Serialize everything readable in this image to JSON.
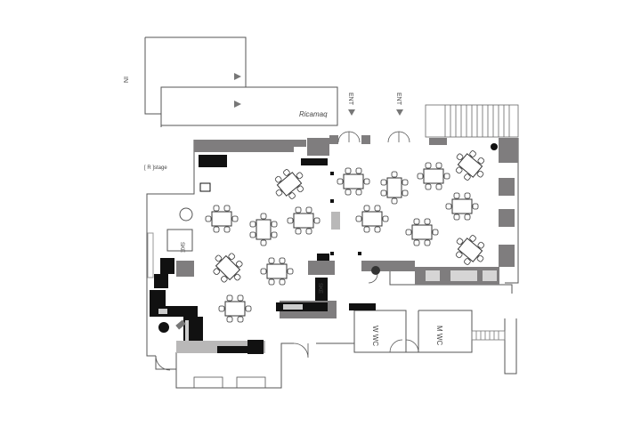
{
  "labels": {
    "in": "IN",
    "ent_left": "ENT",
    "ent_right": "ENT",
    "stage": "[ R ]stage",
    "signature": "Ricamaq",
    "wc_women": "W WC",
    "wc_men": "M WC",
    "box1": "SKE",
    "box2": "SKE",
    "box3": "SKE"
  },
  "colors": {
    "wall": "#7f7d7e",
    "fixture": "#b9b8b8",
    "black": "#111111",
    "line": "#555555"
  }
}
